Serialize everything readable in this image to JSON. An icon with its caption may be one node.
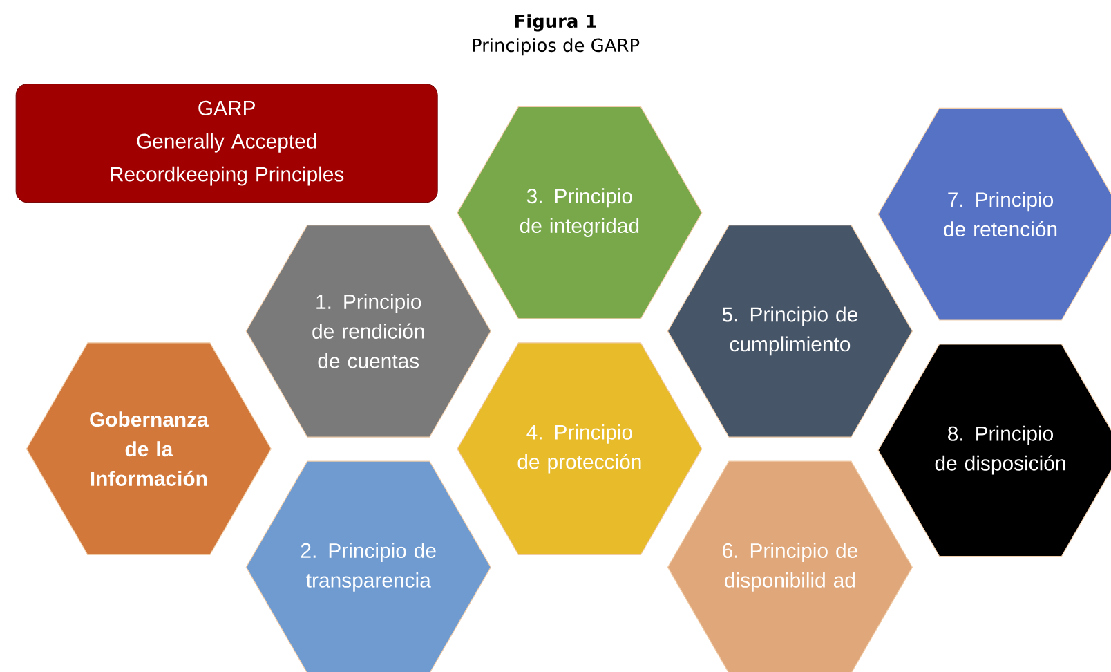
{
  "diagram": {
    "title": "Figura 1",
    "caption": "Principios de GARP",
    "nodes": [
      {
        "text": [
          "GARP",
          "Generally Accepted Recordkeeping Principles"
        ]
      },
      {
        "text": [
          "Gobernanza de la Información"
        ]
      },
      {
        "text": [
          "1. Principio de rendición de cuentas"
        ]
      },
      {
        "text": [
          "2. Principio de transparencia"
        ]
      },
      {
        "text": [
          "3. Principio de integridad"
        ]
      },
      {
        "text": [
          "4. Principio de protección"
        ]
      },
      {
        "text": [
          "5. Principio de cumplimiento"
        ]
      },
      {
        "text": [
          "6. Principio de disponibilid ad"
        ]
      },
      {
        "text": [
          "7. Principio de retención"
        ]
      },
      {
        "text": [
          "8. Principio de disposición"
        ]
      }
    ]
  }
}
